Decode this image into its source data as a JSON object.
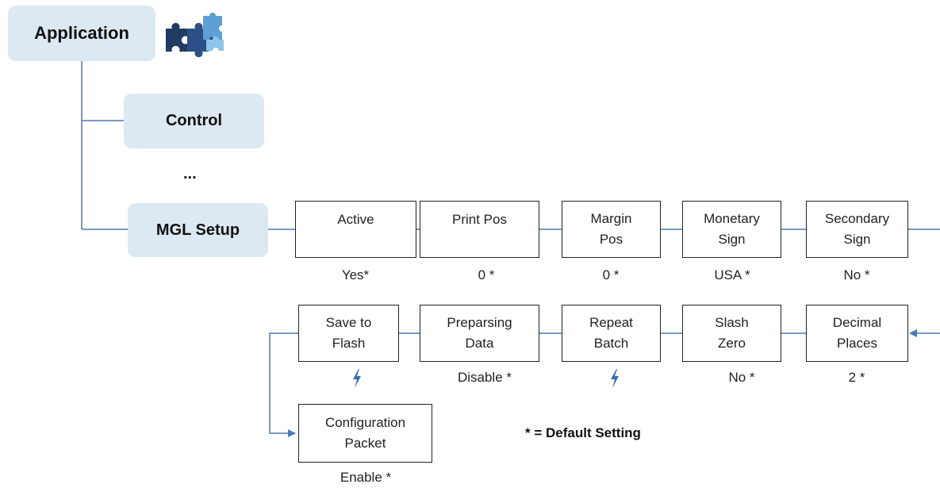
{
  "root": {
    "label": "Application",
    "icon": "puzzle-icon"
  },
  "menu": {
    "control": "Control",
    "ellipsis": "...",
    "mgl_setup": "MGL Setup"
  },
  "row1": [
    {
      "line1": "Active",
      "line2": "",
      "value": "Yes*"
    },
    {
      "line1": "Print Pos",
      "line2": "",
      "value": "0 *"
    },
    {
      "line1": "Margin",
      "line2": "Pos",
      "value": "0 *"
    },
    {
      "line1": "Monetary",
      "line2": "Sign",
      "value": "USA *"
    },
    {
      "line1": "Secondary",
      "line2": "Sign",
      "value": "No *"
    }
  ],
  "row2": [
    {
      "line1": "Save to",
      "line2": "Flash",
      "value": "",
      "icon": "lightning-icon"
    },
    {
      "line1": "Preparsing",
      "line2": "Data",
      "value": "Disable *"
    },
    {
      "line1": "Repeat",
      "line2": "Batch",
      "value": "",
      "icon": "lightning-icon"
    },
    {
      "line1": "Slash",
      "line2": "Zero",
      "value": "No *"
    },
    {
      "line1": "Decimal",
      "line2": "Places",
      "value": "2 *"
    }
  ],
  "row3": [
    {
      "line1": "Configuration",
      "line2": "Packet",
      "value": "Enable *"
    }
  ],
  "legend": "* = Default Setting",
  "colors": {
    "connector": "#4a7ab5",
    "menu_fill": "#dce9f2",
    "bolt": "#3b6fb0"
  }
}
